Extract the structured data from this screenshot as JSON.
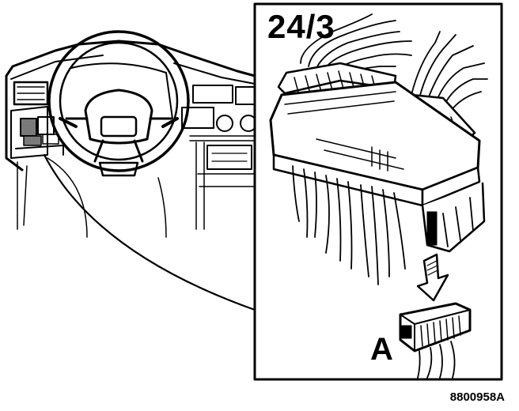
{
  "figure": {
    "ref_label": "24/3",
    "connector_label": "A",
    "figure_number": "8800958A"
  },
  "colors": {
    "ink": "#000000",
    "paper": "#ffffff",
    "shade": "#7a7a7a"
  }
}
